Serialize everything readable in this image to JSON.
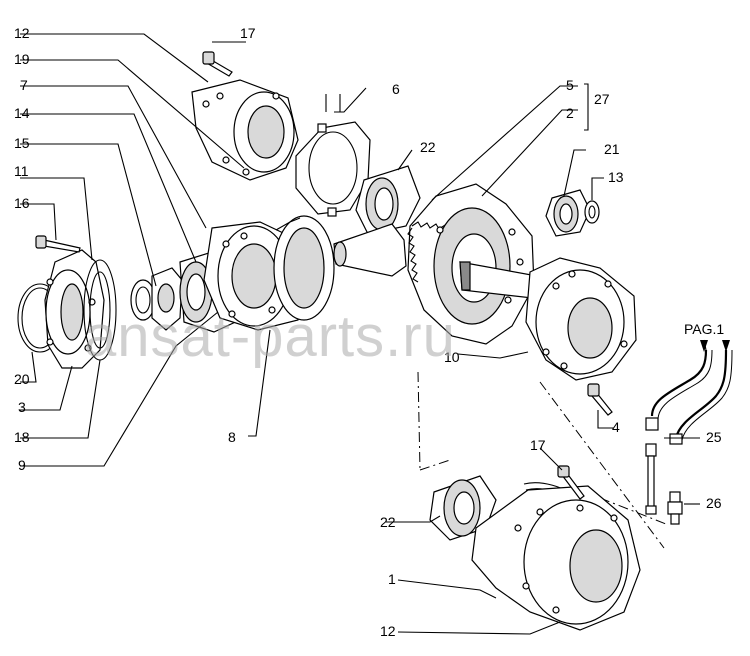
{
  "watermark": "ansat-parts.ru",
  "callouts": {
    "c12_top": "12",
    "c17_top": "17",
    "c19": "19",
    "c6": "6",
    "c7": "7",
    "c5": "5",
    "c27": "27",
    "c14": "14",
    "c2": "2",
    "c15": "15",
    "c22_top": "22",
    "c21": "21",
    "c11": "11",
    "c13": "13",
    "c16": "16",
    "pag": "PAG.1",
    "c10": "10",
    "c20": "20",
    "c3": "3",
    "c4": "4",
    "c18": "18",
    "c8": "8",
    "c25": "25",
    "c9": "9",
    "c17_bot": "17",
    "c26": "26",
    "c22_bot": "22",
    "c1": "1",
    "c12_bot": "12"
  }
}
